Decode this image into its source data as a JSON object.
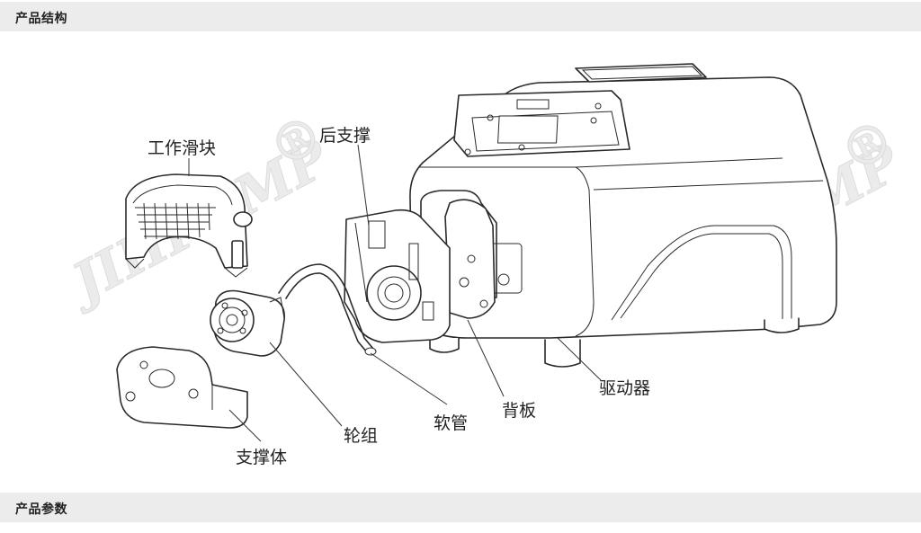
{
  "sections": {
    "structure_title": "产品结构",
    "params_title": "产品参数"
  },
  "labels": {
    "working_slider": "工作滑块",
    "rear_support": "后支撑",
    "wheel_group": "轮组",
    "hose": "软管",
    "back_plate": "背板",
    "driver": "驱动器",
    "support_body": "支撑体"
  },
  "watermark": {
    "brand": "JIHPUMP",
    "registered_mark": "®"
  },
  "colors": {
    "section_bar": "#ececec",
    "line_art": "#2a2a2a",
    "watermark": "#dcdcdc"
  }
}
